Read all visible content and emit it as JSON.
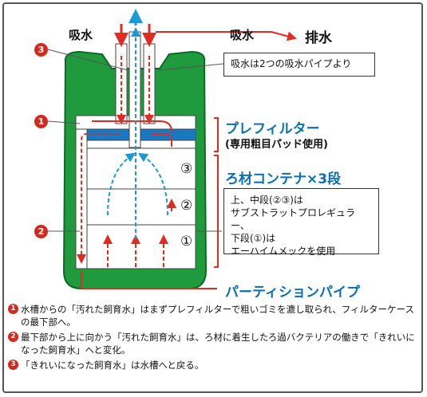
{
  "labels": {
    "intake_left": "吸水",
    "intake_right": "吸水",
    "outlet": "排水",
    "prefilter_title": "プレフィルター",
    "prefilter_sub": "(専用粗目パッド使用)",
    "media_title": "ろ材コンテナ×3段",
    "partition_pipe": "パーティションパイプ"
  },
  "intake_box": "吸水は2つの吸水パイプより",
  "media_box": {
    "line1": "上、中段(②③)は",
    "line2": "サブストラットプロレギュラー、",
    "line3": "下段(①)は",
    "line4": "エーハイムメックを使用"
  },
  "tiers": [
    "③",
    "②",
    "①"
  ],
  "markers": [
    "1",
    "2",
    "3"
  ],
  "notes": [
    {
      "num": "1",
      "text": "水槽からの「汚れた飼育水」はまずプレフィルターで粗いゴミを漉し取られ、フィルターケースの最下部へ。"
    },
    {
      "num": "2",
      "text": "最下部から上に向かう「汚れた飼育水」は、ろ材に着生したろ過バクテリアの働きで「きれいになった飼育水」へと変化。"
    },
    {
      "num": "3",
      "text": "「きれいになった飼育水」は水槽へと戻る。"
    }
  ],
  "colors": {
    "green": "#1f9a3c",
    "red": "#e02b20",
    "blue": "#1a9ad6",
    "title_blue": "#0a6fb5"
  }
}
